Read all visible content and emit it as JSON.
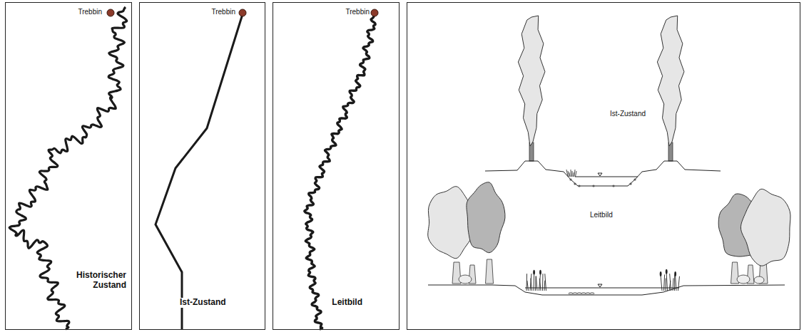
{
  "diagram": {
    "nodes": [
      {
        "text": [
          "Trebbin",
          "Historischer Zustand"
        ]
      },
      {
        "text": [
          "Trebbin",
          "Ist-Zustand"
        ]
      },
      {
        "text": [
          "Trebbin",
          "Leitbild"
        ]
      },
      {
        "text": [
          "Ist-Zustand",
          "Leitbild"
        ]
      }
    ]
  }
}
